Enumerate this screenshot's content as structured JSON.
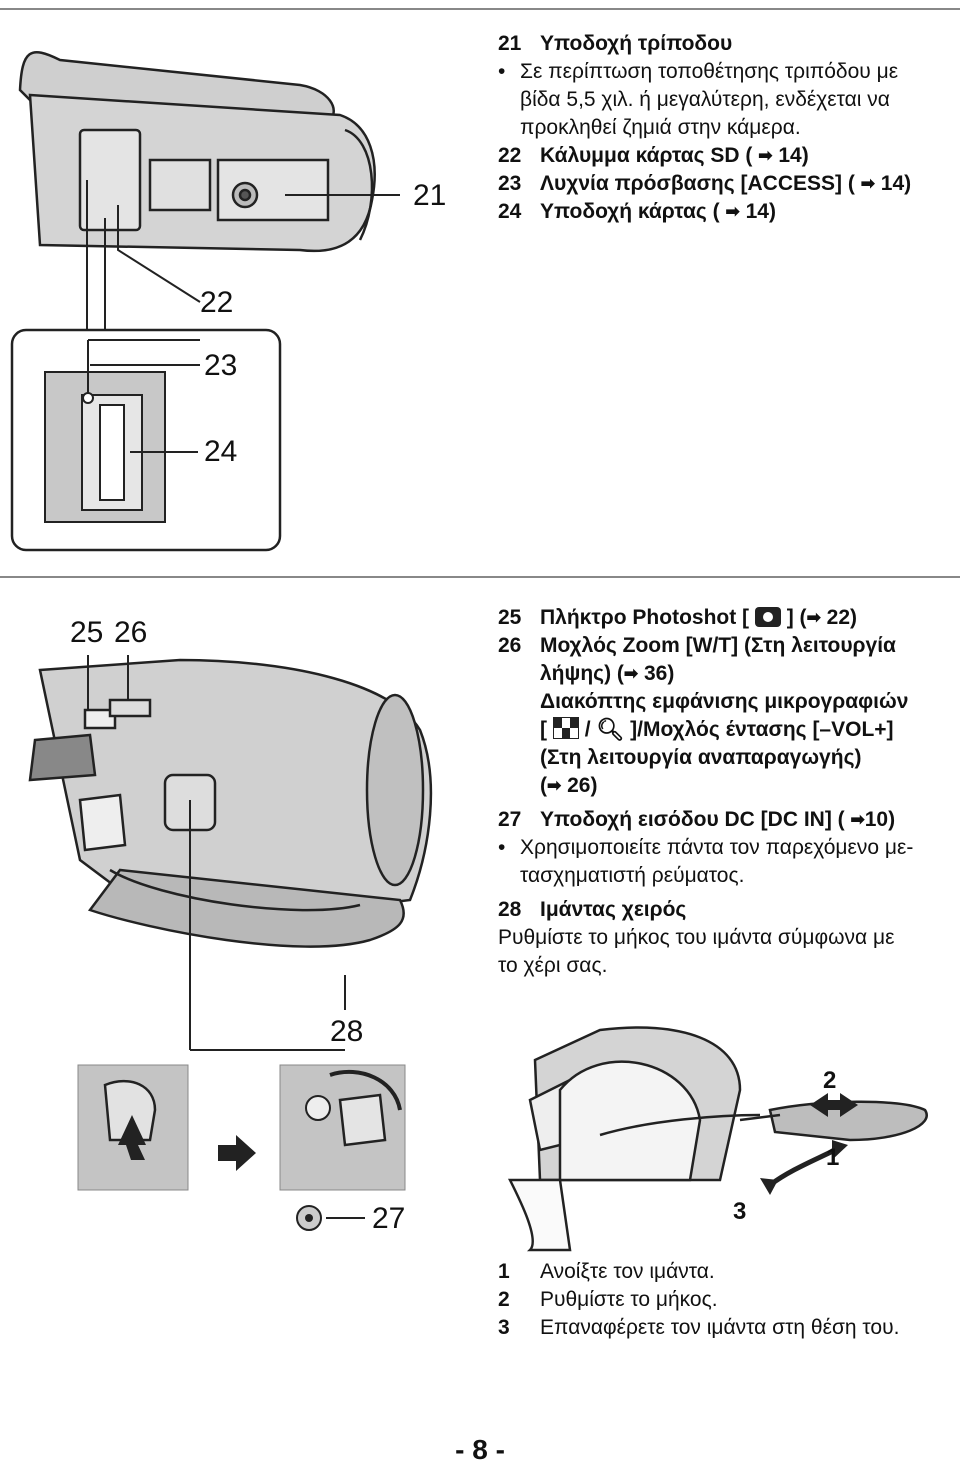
{
  "section1": {
    "items": [
      {
        "num": "21",
        "label": "Υποδοχή τρίποδου"
      },
      {
        "bullet": "•",
        "lines": [
          "Σε περίπτωση τοποθέτησης τριπόδου με",
          "βίδα 5,5 χιλ. ή μεγαλύτερη, ενδέχεται να",
          "προκληθεί ζημιά στην κάμερα."
        ]
      },
      {
        "num": "22",
        "label": "Κάλυμμα κάρτας SD (",
        "ref": "14)"
      },
      {
        "num": "23",
        "label": "Λυχνία πρόσβασης [ACCESS] (",
        "ref": "14)"
      },
      {
        "num": "24",
        "label": "Υποδοχή κάρτας (",
        "ref": "14)"
      }
    ]
  },
  "section2": {
    "item25": {
      "num": "25",
      "label_a": "Πλήκτρο Photoshot [",
      "label_b": "] (",
      "ref": "22)",
      "icon": "camera-icon"
    },
    "item26": {
      "num": "26",
      "line1": "Μοχλός Zoom [W/T] (Στη λειτουργία",
      "line2a": "λήψης) (",
      "line2ref": "36)",
      "line3": "Διακόπτης εμφάνισης μικρογραφιών",
      "line4a": "[",
      "line4sep": "/",
      "line4b": "]/Μοχλός έντασης [–VOL+]",
      "line5": "(Στη λειτουργία αναπαραγωγής)",
      "line6a": "(",
      "line6ref": "26)",
      "icons": [
        "thumbnail-icon",
        "zoom-magnifier-icon"
      ]
    },
    "item27": {
      "num": "27",
      "label": "Υποδοχή εισόδου DC [DC IN] (",
      "ref": "10)"
    },
    "bullet27": {
      "bullet": "•",
      "line1": "Χρησιμοποιείτε πάντα τον παρεχόμενο με-",
      "line2": "τασχηματιστή ρεύματος."
    },
    "item28": {
      "num": "28",
      "label": "Ιμάντας χειρός"
    },
    "desc28": {
      "line1": "Ρυθμίστε το μήκος του ιμάντα σύμφωνα με",
      "line2": "το χέρι σας."
    }
  },
  "steps": [
    {
      "num": "1",
      "label": "Ανοίξτε τον ιμάντα."
    },
    {
      "num": "2",
      "label": "Ρυθμίστε το μήκος."
    },
    {
      "num": "3",
      "label": "Επαναφέρετε τον ιμάντα στη θέση του."
    }
  ],
  "callouts": {
    "c21": "21",
    "c22": "22",
    "c23": "23",
    "c24": "24",
    "c25": "25",
    "c26": "26",
    "c27": "27",
    "c28": "28",
    "s1": "1",
    "s2": "2",
    "s3": "3"
  },
  "arrow_glyph": "➡",
  "page_number": "- 8 -"
}
